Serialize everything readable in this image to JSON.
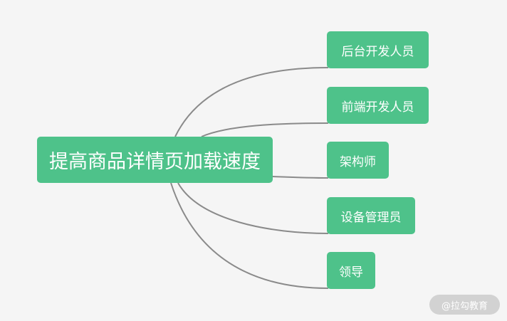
{
  "mindmap": {
    "root": {
      "label": "提高商品详情页加载速度"
    },
    "branches": [
      {
        "label": "后台开发人员"
      },
      {
        "label": "前端开发人员"
      },
      {
        "label": "架构师"
      },
      {
        "label": "设备管理员"
      },
      {
        "label": "领导"
      }
    ]
  },
  "watermark": {
    "text": "@拉勾教育"
  },
  "colors": {
    "background": "#f5f5f5",
    "node_fill": "#4ec28a",
    "node_text": "#ffffff",
    "connector": "#8a8a8a"
  }
}
